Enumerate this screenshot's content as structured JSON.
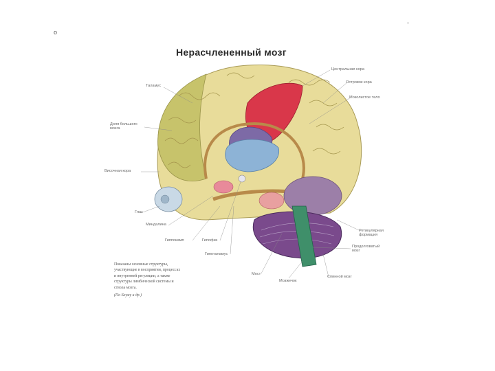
{
  "page": {
    "corner_mark_right": "-",
    "corner_mark_left": "o"
  },
  "title": "Нерасчлененный мозг",
  "labels": {
    "cingulate_cortex": "Центральная кора",
    "occipital_cortex": "Островок кора",
    "corpus_callosum": "Мозолистое тело",
    "thalamus": "Таламус",
    "frontal_lobe": "Доля большого мозга",
    "temporal_cortex": "Височная кора",
    "eye": "Глаз",
    "amygdala": "Миндалина",
    "hippocampus": "Гиппокамп",
    "pituitary": "Гипофиз",
    "hypothalamus": "Гипоталамус",
    "brainstem": "Мост",
    "medulla": "Мозжечок",
    "cerebellum": "Продолговатый мозг",
    "reticular_formation": "Ретикулярная формация",
    "spinal_cord": "Спинной мозг"
  },
  "caption": {
    "text": "Показаны основные структуры, участвующие в восприятии, процессах и внутренней регуляции, а также структуры лимбической системы и ствола мозга.",
    "credit": "(По Блуму и др.)"
  },
  "colors": {
    "cortex": "#e8dc9a",
    "frontal": "#c7c36b",
    "motor": "#d9374a",
    "limbic": "#b88a4a",
    "thalamus": "#8db3d6",
    "brainstem_green": "#3f8f6a",
    "cerebellum": "#7a4a8c",
    "eye": "#c9d9e6"
  }
}
